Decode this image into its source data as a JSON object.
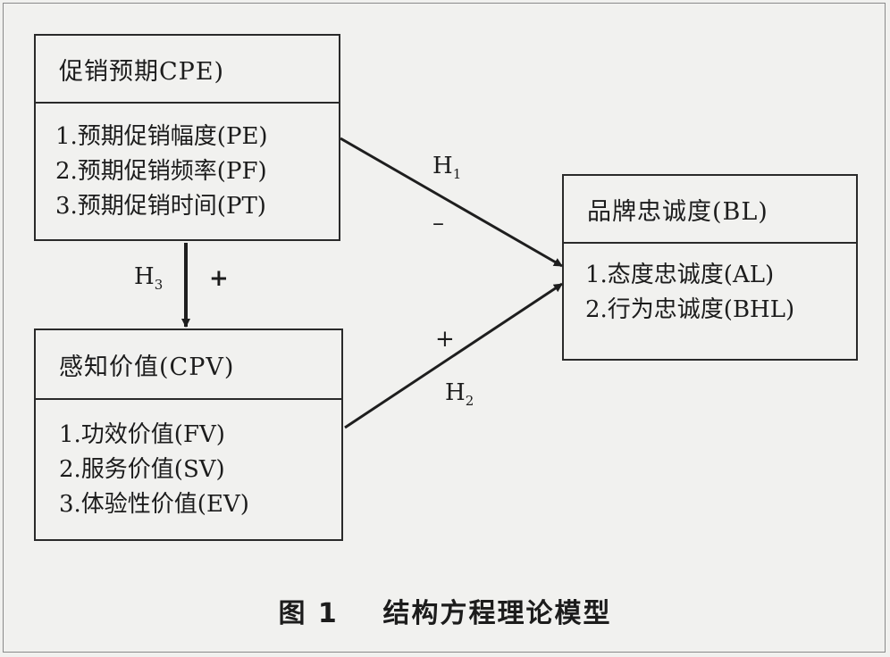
{
  "boxes": {
    "cpe": {
      "title": "促销预期CPE)",
      "items": [
        "1.预期促销幅度(PE)",
        "2.预期促销频率(PF)",
        "3.预期促销时间(PT)"
      ]
    },
    "cpv": {
      "title": "感知价值(CPV)",
      "items": [
        "1.功效价值(FV)",
        "2.服务价值(SV)",
        "3.体验性价值(EV)"
      ]
    },
    "bl": {
      "title": "品牌忠诚度(BL)",
      "items": [
        "1.态度忠诚度(AL)",
        "2.行为忠诚度(BHL)"
      ]
    }
  },
  "hypotheses": {
    "h1": {
      "letter": "H",
      "sub": "1",
      "sign": "–"
    },
    "h2": {
      "letter": "H",
      "sub": "2",
      "sign": "+"
    },
    "h3": {
      "letter": "H",
      "sub": "3",
      "sign": "+"
    }
  },
  "caption": {
    "figure": "图 1",
    "title": "结构方程理论模型"
  }
}
